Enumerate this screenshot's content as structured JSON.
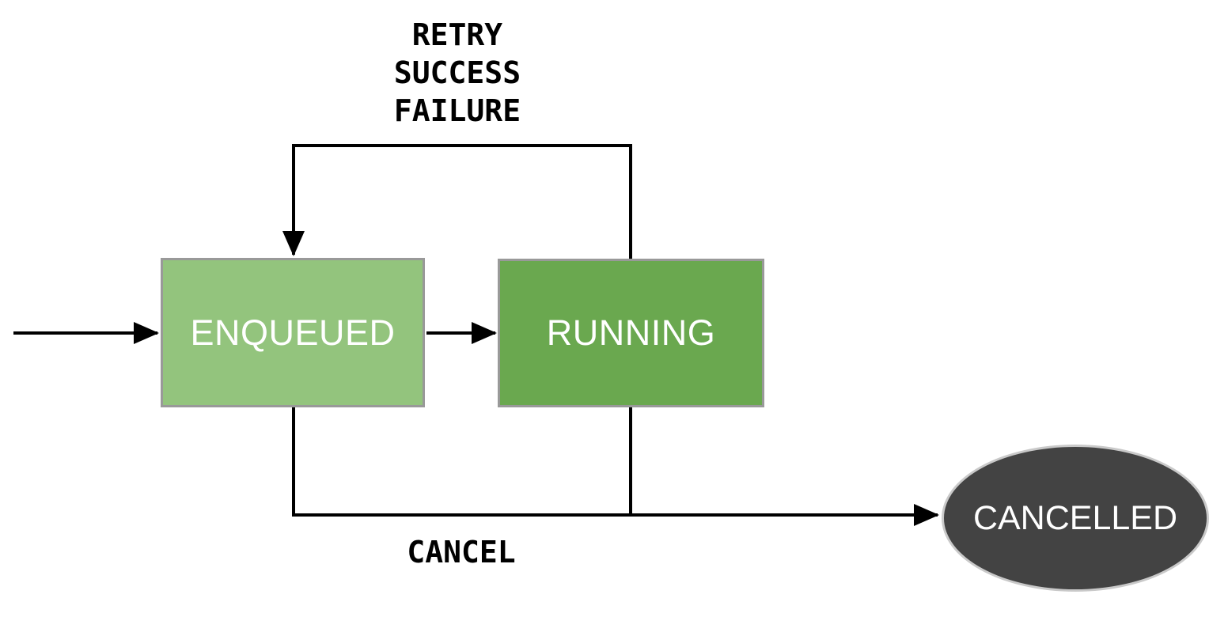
{
  "canvas": {
    "background": "#ffffff",
    "arrow_color": "#000000"
  },
  "nodes": {
    "enqueued": {
      "label": "ENQUEUED",
      "shape": "rectangle",
      "fill": "#93c47d",
      "border_color": "#999999",
      "text_color": "#ffffff"
    },
    "running": {
      "label": "RUNNING",
      "shape": "rectangle",
      "fill": "#6aa84f",
      "border_color": "#999999",
      "text_color": "#ffffff"
    },
    "cancelled": {
      "label": "CANCELLED",
      "shape": "ellipse",
      "fill": "#434343",
      "border_color": "#c9c9c9",
      "text_color": "#ffffff"
    }
  },
  "edges": {
    "start_to_enqueued": {
      "from": "start",
      "to": "enqueued",
      "labels": []
    },
    "enqueued_to_running": {
      "from": "enqueued",
      "to": "running",
      "labels": []
    },
    "running_to_enqueued": {
      "from": "running",
      "to": "enqueued",
      "labels": [
        "RETRY",
        "SUCCESS",
        "FAILURE"
      ]
    },
    "to_cancelled": {
      "from": "enqueued",
      "to": "cancelled",
      "labels": [
        "CANCEL"
      ]
    }
  }
}
